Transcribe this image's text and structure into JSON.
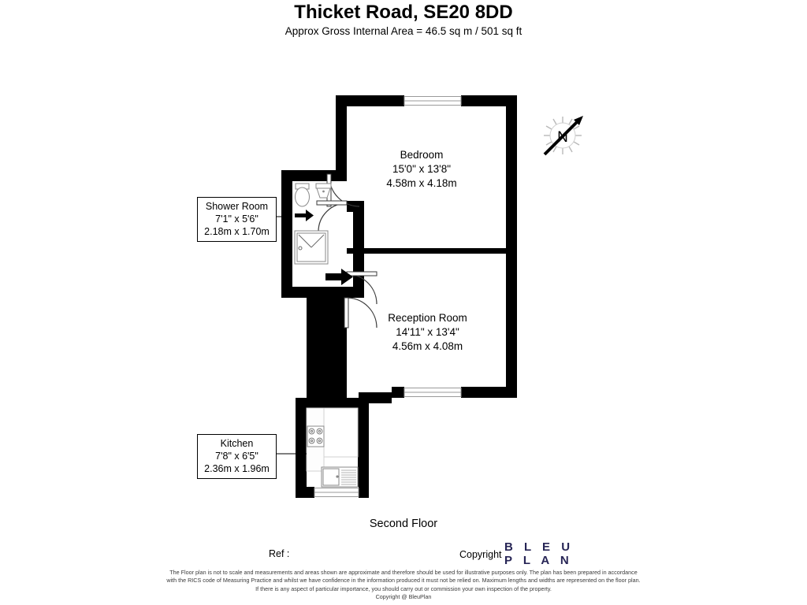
{
  "header": {
    "title": "Thicket Road, SE20 8DD",
    "subtitle": "Approx Gross Internal Area = 46.5 sq m / 501 sq ft"
  },
  "rooms": {
    "bedroom": {
      "name": "Bedroom",
      "imperial": "15'0\" x 13'8\"",
      "metric": "4.58m x 4.18m"
    },
    "reception": {
      "name": "Reception Room",
      "imperial": "14'11\" x 13'4\"",
      "metric": "4.56m x 4.08m"
    },
    "shower": {
      "name": "Shower Room",
      "imperial": "7'1\" x 5'6\"",
      "metric": "2.18m x 1.70m"
    },
    "kitchen": {
      "name": "Kitchen",
      "imperial": "7'8\" x 6'5\"",
      "metric": "2.36m x 1.96m"
    }
  },
  "compass": {
    "label": "N"
  },
  "footer": {
    "floor_name": "Second Floor",
    "ref_label": "Ref  :",
    "copyright_label": "Copyright",
    "logo_line1": "B L E U",
    "logo_line2": "P L A N",
    "logo_color": "#272556",
    "disclaimer_line1": "The Floor plan is not to scale and measurements and areas shown are approximate and therefore should be used for illustrative purposes only. The plan has been prepared in accordance",
    "disclaimer_line2": "with the RICS code of Measuring Practice and whilst we have confidence in the information produced it must not be relied on. Maximum lengths and widths are represented on the floor plan.",
    "disclaimer_line3": "If there is any aspect of particular importance, you should carry out or commission your own inspection of the property.",
    "disclaimer_line4": "Copyright @ BleuPlan"
  },
  "colors": {
    "wall": "#000000",
    "background": "#ffffff",
    "fixture_stroke": "#8a8a8a",
    "logo": "#272556"
  }
}
